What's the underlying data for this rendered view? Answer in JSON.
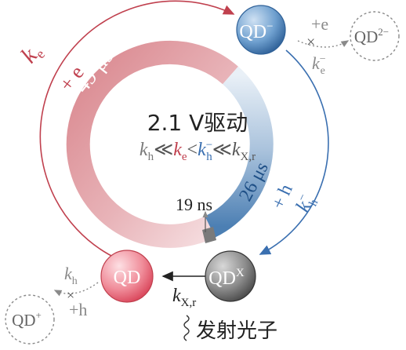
{
  "center": {
    "title": "2.1 V驱动",
    "relation": {
      "k_h": "k",
      "k_h_sub": "h",
      "ll1": "≪",
      "k_e": "k",
      "k_e_sub": "e",
      "lt": "<",
      "k_hm": "k",
      "k_hm_sub": "h",
      "k_hm_sup": "−",
      "ll2": "≪",
      "k_xr": "k",
      "k_xr_sub": "X,r"
    }
  },
  "ring": {
    "time_top": "49 μs",
    "time_right": "26 μs",
    "time_bottom": "19 ns"
  },
  "states": {
    "qd_minus": {
      "base": "QD",
      "sup": "−"
    },
    "qd_2minus": {
      "base": "QD",
      "sup": "2−"
    },
    "qd_x": {
      "base": "QD",
      "sup": "X"
    },
    "qd": {
      "base": "QD"
    },
    "qd_plus": {
      "base": "QD",
      "sup": "+"
    }
  },
  "labels": {
    "ke_left": {
      "k": "k",
      "sub": "e"
    },
    "plus_e_left": "+ e",
    "plus_e_right": "+e",
    "cross_top": "×",
    "ke_minus": {
      "k": "k",
      "sub": "e",
      "sup": "−"
    },
    "plus_h_right": "+ h",
    "kh_minus_right": {
      "k": "k",
      "sub": "h",
      "sup": "−"
    },
    "kh_bottom": {
      "k": "k",
      "sub": "h"
    },
    "cross_bottom": "×",
    "plus_h_bottom": "+h",
    "kxr_bottom": {
      "k": "k",
      "sub": "X,r"
    },
    "emit_photon": "发射光子"
  },
  "colors": {
    "red": "#c0404e",
    "blue": "#3a6fb0",
    "gray": "#8a8a8a",
    "dark": "#222222"
  }
}
